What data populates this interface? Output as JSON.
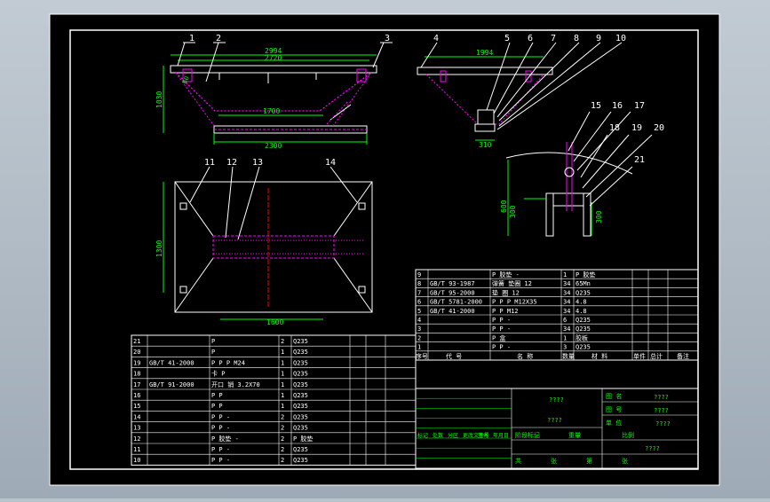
{
  "colors": {
    "bg": "#000000",
    "line": "#ffffff",
    "dim": "#00ff00",
    "accent": "#ff00ff",
    "hl": "#ff00ff",
    "title": "#00ff00"
  },
  "balloons": {
    "front": [
      "1",
      "2",
      "3"
    ],
    "side": [
      "4",
      "5",
      "6",
      "7",
      "8",
      "9",
      "10"
    ],
    "plan": [
      "11",
      "12",
      "13",
      "14"
    ],
    "detail": [
      "15",
      "16",
      "17",
      "18",
      "19",
      "20",
      "21"
    ]
  },
  "dimensions": {
    "front_top1": "2994",
    "front_top2": "2720",
    "front_height": "1030",
    "front_mid": "1700",
    "front_bottom": "2300",
    "front_angle": "60",
    "side_top": "1994",
    "side_bottom": "310",
    "plan_height": "1300",
    "plan_width": "1600",
    "detail_h1": "600",
    "detail_h2": "300",
    "detail_a": "300"
  },
  "bom_right": [
    [
      "9",
      "",
      "P 胶垫 -",
      "1",
      "P 胶垫"
    ],
    [
      "8",
      "GB/T 93-1987",
      "弹簧 垫圈 12",
      "34",
      "65Mn"
    ],
    [
      "7",
      "GB/T 95-2000",
      "垫 圈 12",
      "34",
      "Q235"
    ],
    [
      "6",
      "GB/T 5781-2000",
      "P P P M12X35",
      "34",
      "4.8"
    ],
    [
      "5",
      "GB/T 41-2000",
      "P P M12",
      "34",
      "4.8"
    ],
    [
      "4",
      "",
      "P P -",
      "6",
      "Q235"
    ],
    [
      "3",
      "",
      "P P -",
      "34",
      "Q235"
    ],
    [
      "2",
      "",
      "P 盒",
      "1",
      "胶板"
    ],
    [
      "1",
      "",
      "P P -",
      "3",
      "Q235"
    ]
  ],
  "bom_right_header": [
    "序号",
    "代 号",
    "名 称",
    "数量",
    "材 料",
    "单件",
    "总计",
    "备注"
  ],
  "bom_left": [
    [
      "21",
      "",
      "P",
      "2",
      "Q235"
    ],
    [
      "20",
      "",
      "P",
      "1",
      "Q235"
    ],
    [
      "19",
      "GB/T 41-2000",
      "P P P M24",
      "1",
      "Q235"
    ],
    [
      "18",
      "",
      "卡 P",
      "1",
      "Q235"
    ],
    [
      "17",
      "GB/T 91-2000",
      "开口 销 3.2X70",
      "1",
      "Q235"
    ],
    [
      "16",
      "",
      "P P",
      "1",
      "Q235"
    ],
    [
      "15",
      "",
      "P P",
      "1",
      "Q235"
    ],
    [
      "14",
      "",
      "P P -",
      "2",
      "Q235"
    ],
    [
      "13",
      "",
      "P P -",
      "2",
      "Q235"
    ],
    [
      "12",
      "",
      "P 胶垫 -",
      "2",
      "P 胶垫"
    ],
    [
      "11",
      "",
      "P P -",
      "2",
      "Q235"
    ],
    [
      "10",
      "",
      "P P -",
      "2",
      "Q235"
    ]
  ],
  "title_block": {
    "q1": "????",
    "q2": "????",
    "q3": "????",
    "r1": "????",
    "r2": "????",
    "r3": "????",
    "sig_left": [
      "标记",
      "处数",
      "分区",
      "更改文件号",
      "签名",
      "年月日"
    ],
    "stage_labels": [
      "阶段标记",
      "重量",
      "比例"
    ],
    "bottom": [
      "共",
      "张",
      "第",
      "张"
    ],
    "right_labels": [
      "图 名",
      "图 号",
      "单 位"
    ]
  }
}
